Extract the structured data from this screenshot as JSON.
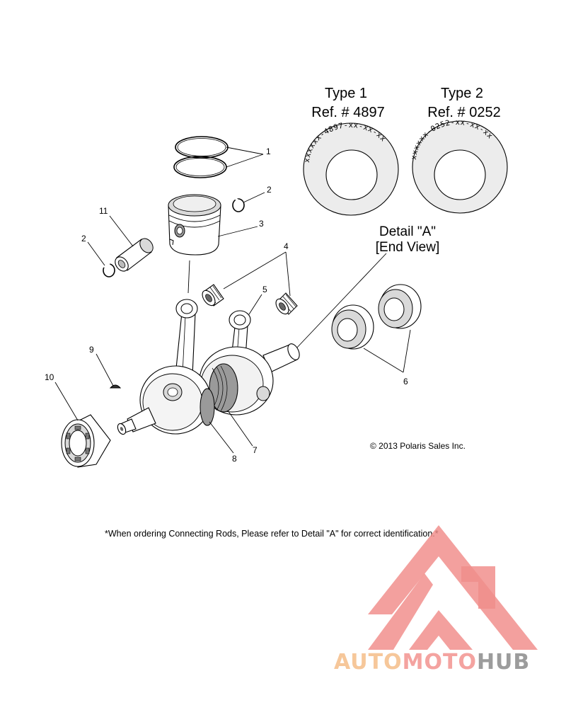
{
  "detail": {
    "type1_title": "Type 1",
    "type1_ref": "Ref. # 4897",
    "type1_code": "xxxxxx-4897-xx-xx-xx",
    "type2_title": "Type 2",
    "type2_ref": "Ref. # 0252",
    "type2_code": "xxxxxx-0252-xx-xx-xx",
    "title_line1": "Detail \"A\"",
    "title_line2": "[End View]"
  },
  "callouts": {
    "c1": "1",
    "c2a": "2",
    "c2b": "2",
    "c3": "3",
    "c4": "4",
    "c5": "5",
    "c6": "6",
    "c7": "7",
    "c8": "8",
    "c9": "9",
    "c10": "10",
    "c11": "11"
  },
  "copyright": "© 2013 Polaris Sales Inc.",
  "footnote": "*When ordering Connecting Rods, Please refer to Detail \"A\" for correct identification.*",
  "watermark": {
    "part1": "AUTO",
    "part2": "MOTO",
    "part3": "HUB",
    "color1": "#f6c79a",
    "color2": "#f4a3a0",
    "color3": "#9c9c9c",
    "logo_color": "#f08a86"
  }
}
